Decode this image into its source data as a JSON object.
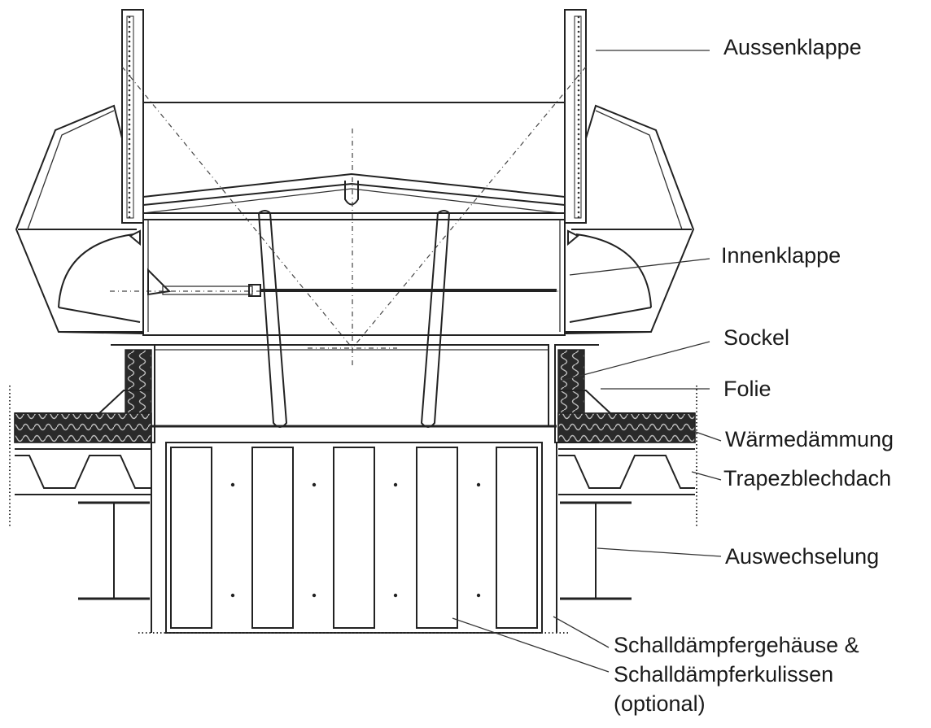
{
  "labels": {
    "aussenklappe": "Aussenklappe",
    "innenklappe": "Innenklappe",
    "sockel": "Sockel",
    "folie": "Folie",
    "waermedaemmung": "Wärmedämmung",
    "trapezblechdach": "Trapezblechdach",
    "auswechselung": "Auswechselung",
    "schalldaempfer_line1": "Schalldämpfergehäuse &",
    "schalldaempfer_line2": "Schalldämpferkulissen",
    "schalldaempfer_line3": "(optional)"
  }
}
